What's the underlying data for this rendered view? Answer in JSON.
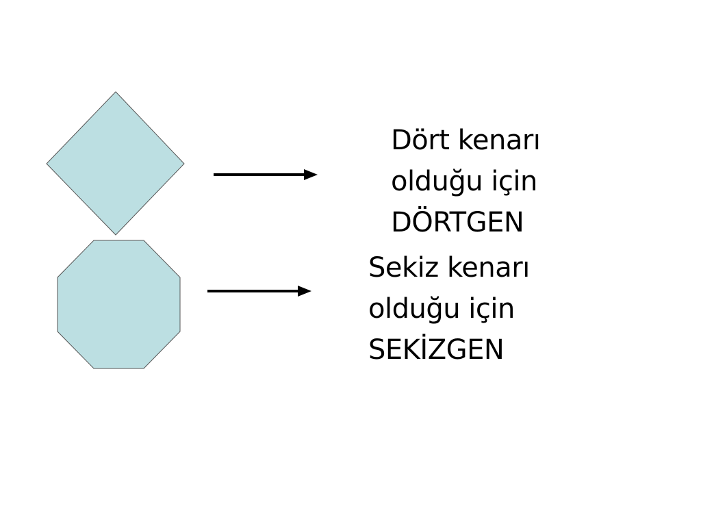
{
  "colors": {
    "shape_fill": "#bcdfe2",
    "shape_stroke": "#555555",
    "arrow": "#000000"
  },
  "rows": [
    {
      "shape": "square",
      "caption_lines": [
        "Dört kenarı",
        "olduğu için",
        "DÖRTGEN"
      ]
    },
    {
      "shape": "octagon",
      "caption_lines": [
        "Sekiz kenarı",
        "olduğu için",
        "SEKİZGEN"
      ]
    }
  ]
}
